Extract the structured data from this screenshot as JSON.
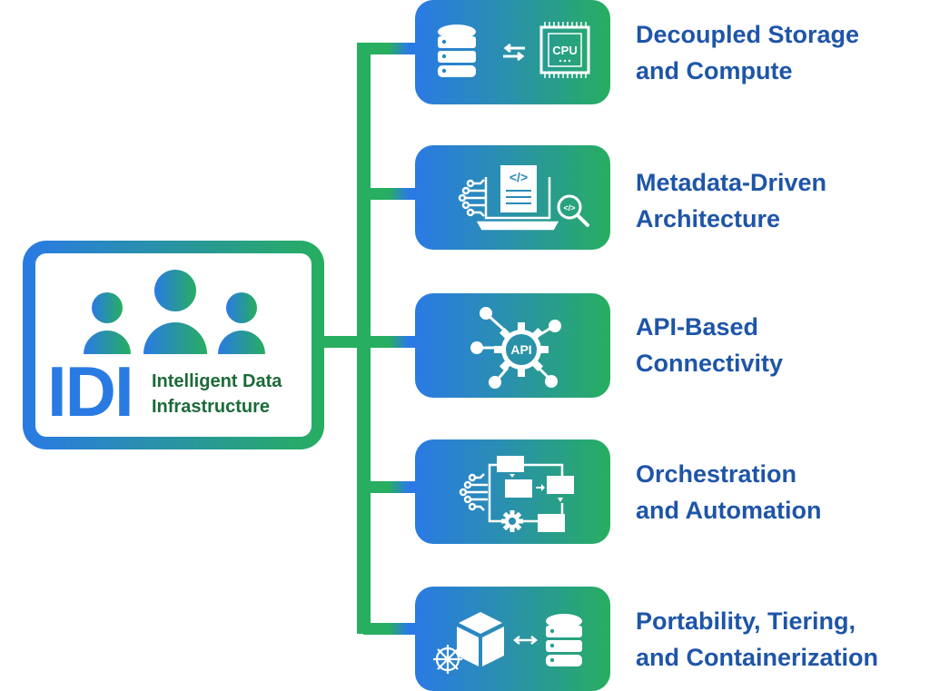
{
  "colors": {
    "blue": "#2a7ae4",
    "green": "#27ae60",
    "dark_green_text": "#1b6b38",
    "label_blue": "#1e55a8"
  },
  "hub": {
    "acronym": "IDI",
    "title_line1": "Intelligent Data",
    "title_line2": "Infrastructure",
    "icon": "people-group-icon"
  },
  "pillars": [
    {
      "line1": "Decoupled Storage",
      "line2": "and Compute",
      "icon": "database-cpu-icon",
      "icon_text": "CPU"
    },
    {
      "line1": "Metadata-Driven",
      "line2": "Architecture",
      "icon": "laptop-code-search-icon",
      "icon_text": "</>"
    },
    {
      "line1": "API-Based",
      "line2": "Connectivity",
      "icon": "api-gear-network-icon",
      "icon_text": "API"
    },
    {
      "line1": "Orchestration",
      "line2": "and Automation",
      "icon": "workflow-automation-icon",
      "icon_text": ""
    },
    {
      "line1": "Portability, Tiering,",
      "line2": "and Containerization",
      "icon": "container-database-icon",
      "icon_text": ""
    }
  ]
}
